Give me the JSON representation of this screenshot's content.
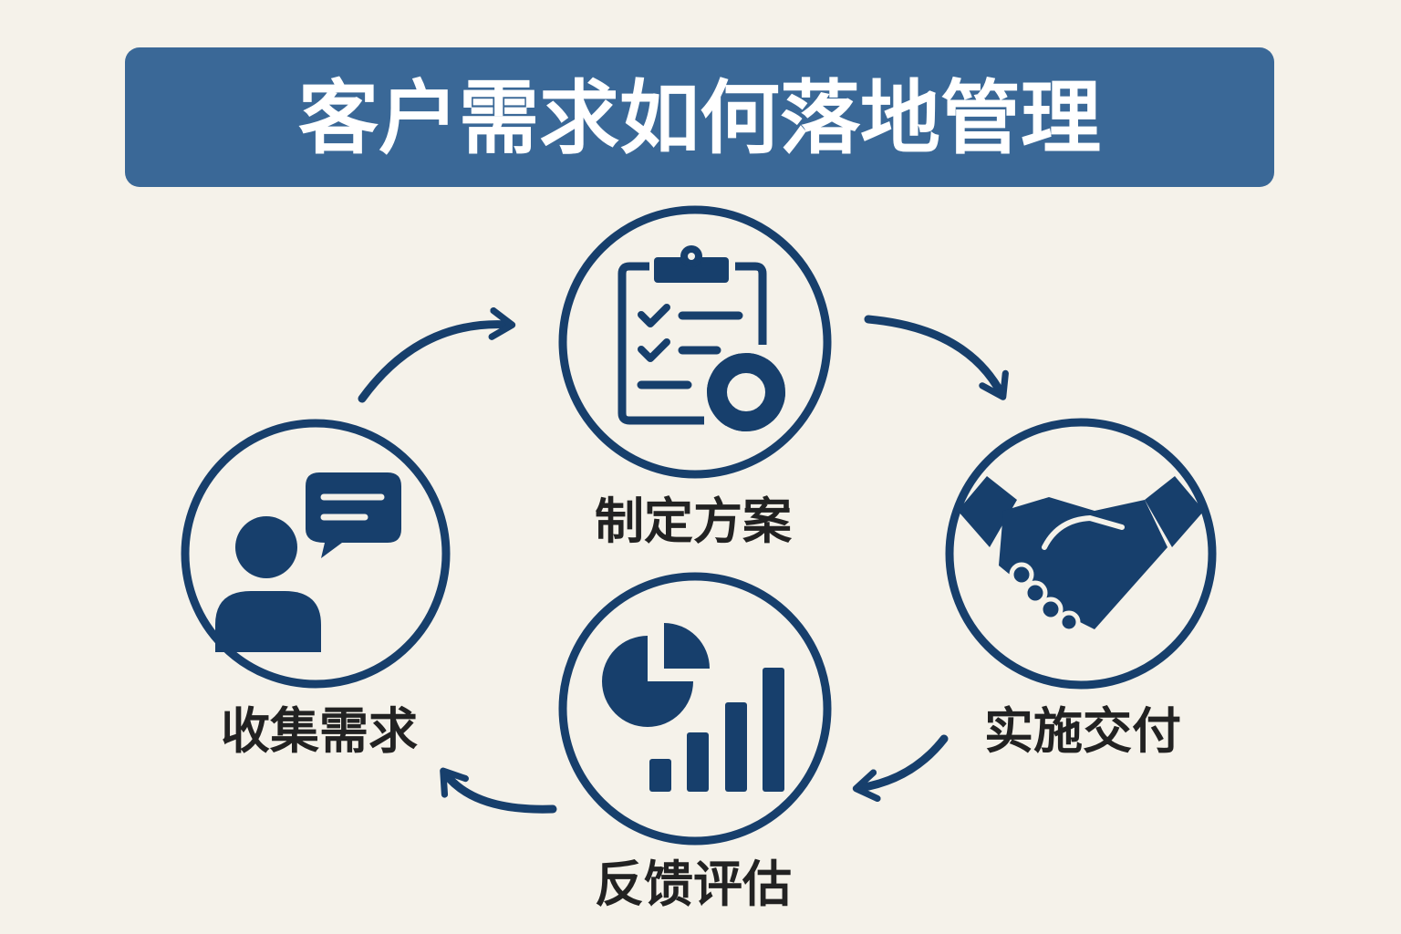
{
  "title": "客户需求如何落地管理",
  "colors": {
    "background": "#f5f2ea",
    "title_bar": "#3a6897",
    "navy": "#173f6c"
  },
  "steps": [
    {
      "label": "制定方案",
      "icon": "clipboard-gear-icon"
    },
    {
      "label": "实施交付",
      "icon": "handshake-icon"
    },
    {
      "label": "反馈评估",
      "icon": "chart-icon"
    },
    {
      "label": "收集需求",
      "icon": "person-speech-icon"
    }
  ]
}
